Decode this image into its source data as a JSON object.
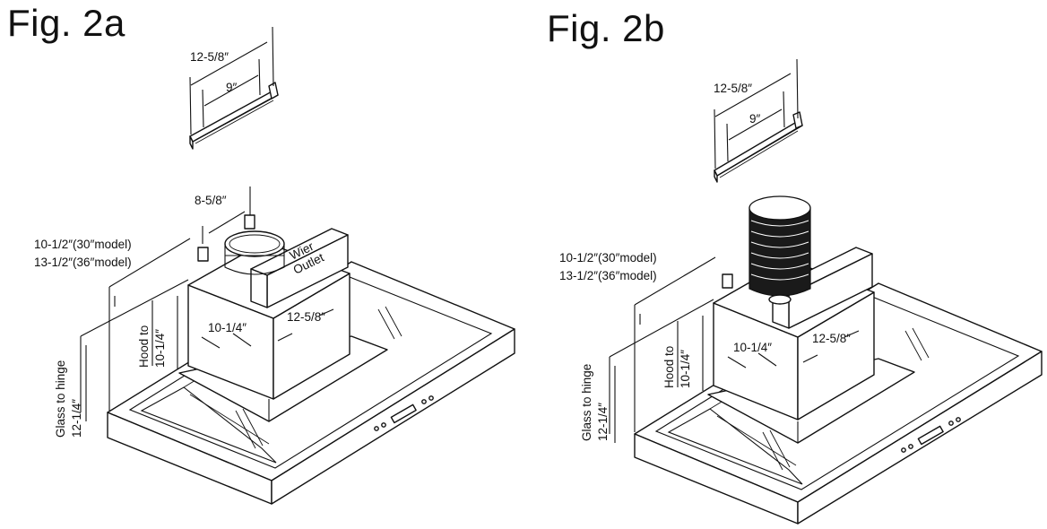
{
  "figures": [
    {
      "title": "Fig. 2a",
      "bracket_outer": "12-5/8″",
      "bracket_inner": "9″",
      "duct_width": "8-5/8″",
      "height_30": "10-1/2″(30″model)",
      "height_36": "13-1/2″(36″model)",
      "body_depth": "10-1/4″",
      "body_width": "12-5/8″",
      "hood_to_line1": "Hood to",
      "hood_to_line2": "10-1/4″",
      "glass_line1": "Glass to hinge",
      "glass_line2": "12-1/4″",
      "outlet_line1": "Wier",
      "outlet_line2": "Outlet"
    },
    {
      "title": "Fig. 2b",
      "bracket_outer": "12-5/8″",
      "bracket_inner": "9″",
      "height_30": "10-1/2″(30″model)",
      "height_36": "13-1/2″(36″model)",
      "body_depth": "10-1/4″",
      "body_width": "12-5/8″",
      "hood_to_line1": "Hood to",
      "hood_to_line2": "10-1/4″",
      "glass_line1": "Glass to hinge",
      "glass_line2": "12-1/4″"
    }
  ],
  "icons": {
    "mounting_bracket": "mounting-bracket-icon",
    "duct_collar": "duct-collar-icon",
    "duct_pipe": "duct-pipe-icon",
    "control_buttons": "control-buttons-icon"
  }
}
